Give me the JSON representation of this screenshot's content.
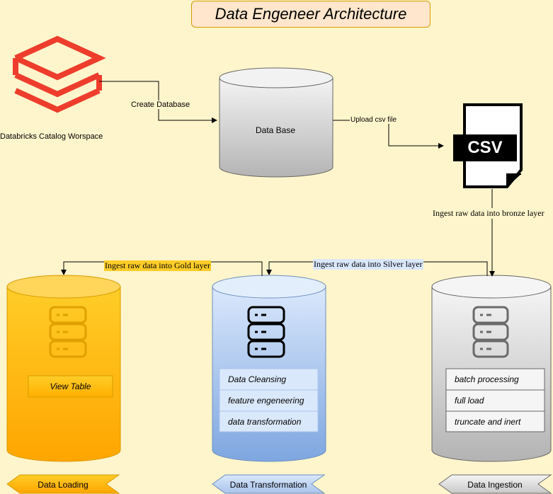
{
  "title": "Data Engeneer Architecture",
  "databricks": {
    "label": "Databricks Catalog Worspace"
  },
  "edges": {
    "create_database": "Create Database",
    "upload_csv": "Upload csv file",
    "bronze": "Ingest raw data into bronze layer",
    "silver": "Ingest raw data into Silver layer",
    "gold": "Ingest raw data into Gold layer"
  },
  "database": {
    "label": "Data Base"
  },
  "csv": {
    "label": "CSV"
  },
  "gold": {
    "items": [
      "View Table"
    ]
  },
  "silver": {
    "items": [
      "Data Cleansing",
      "feature engeneering",
      "data transformation"
    ]
  },
  "bronze": {
    "items": [
      "batch processing",
      "full load",
      "truncate and inert"
    ]
  },
  "stages": {
    "loading": "Data Loading",
    "transformation": "Data Transformation",
    "ingestion": "Data Ingestion"
  },
  "colors": {
    "background": "#fff5cc",
    "databricks": "#ee3d2c",
    "gold": "#ffb800",
    "silver": "#8fb4e8",
    "bronze": "#b8b8b8"
  }
}
